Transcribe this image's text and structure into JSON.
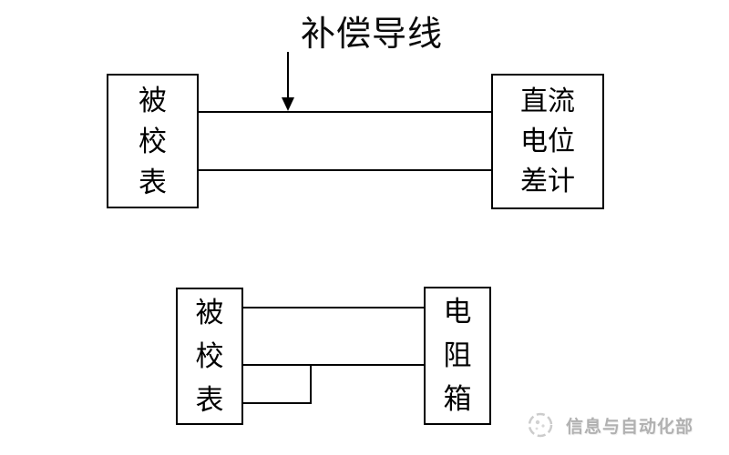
{
  "page": {
    "background": "#ffffff",
    "line_color": "#000000"
  },
  "top_diagram": {
    "annotation_label": "补偿导线",
    "left_box_label": "被校表",
    "right_box_label": "直流电位差计"
  },
  "bottom_diagram": {
    "left_box_label": "被校表",
    "right_box_label": "电阻箱"
  },
  "watermark": {
    "logo_icon": "circular-stamp-logo",
    "text": "信息与自动化部",
    "color": "#b1b1b1"
  }
}
